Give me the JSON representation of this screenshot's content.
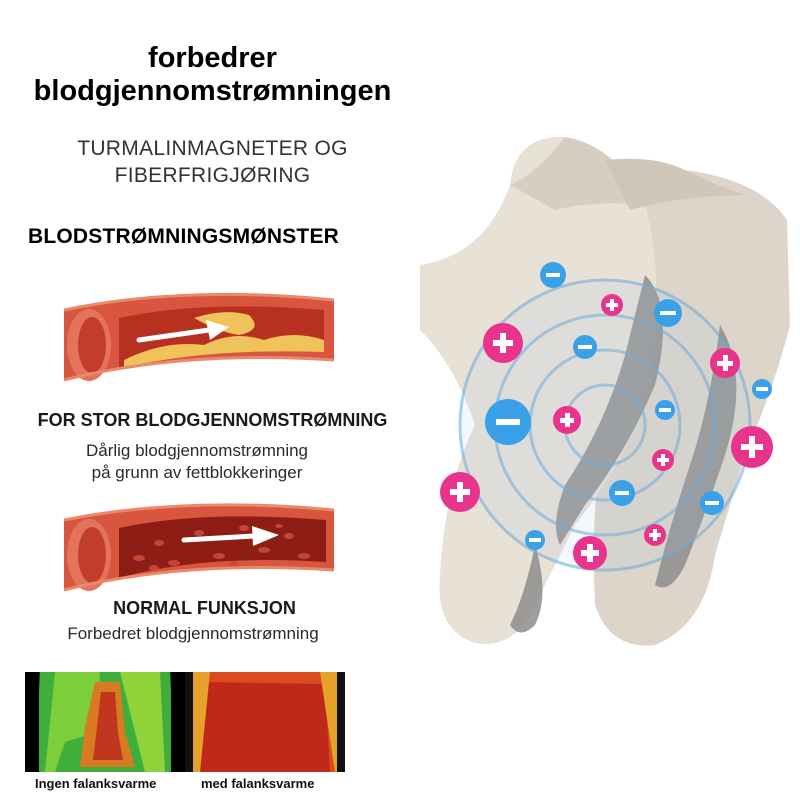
{
  "header": {
    "title_line1": "forbedrer",
    "title_line2": "blodgjennomstrømningen",
    "subtitle_line1": "TURMALINMAGNETER OG",
    "subtitle_line2": "FIBERFRIGJØRING"
  },
  "pattern_heading": "BLODSTRØMNINGSMØNSTER",
  "blocked": {
    "heading": "FOR STOR BLODGJENNOMSTRØMNING",
    "desc_line1": "Dårlig blodgjennomstrømning",
    "desc_line2": "på grunn av fettblokkeringer"
  },
  "normal": {
    "heading": "NORMAL FUNKSJON",
    "desc": "Forbedret blodgjennomstrømning"
  },
  "thermal": {
    "left_caption": "Ingen falanksvarme",
    "right_caption": "med falanksvarme"
  },
  "colors": {
    "vessel_red": "#c83a2a",
    "fat_yellow": "#f0c25a",
    "ion_blue": "#3aa0e8",
    "ion_pink": "#e8348c",
    "sock": "#e6dfd5",
    "grip": "#8a8a8a"
  }
}
